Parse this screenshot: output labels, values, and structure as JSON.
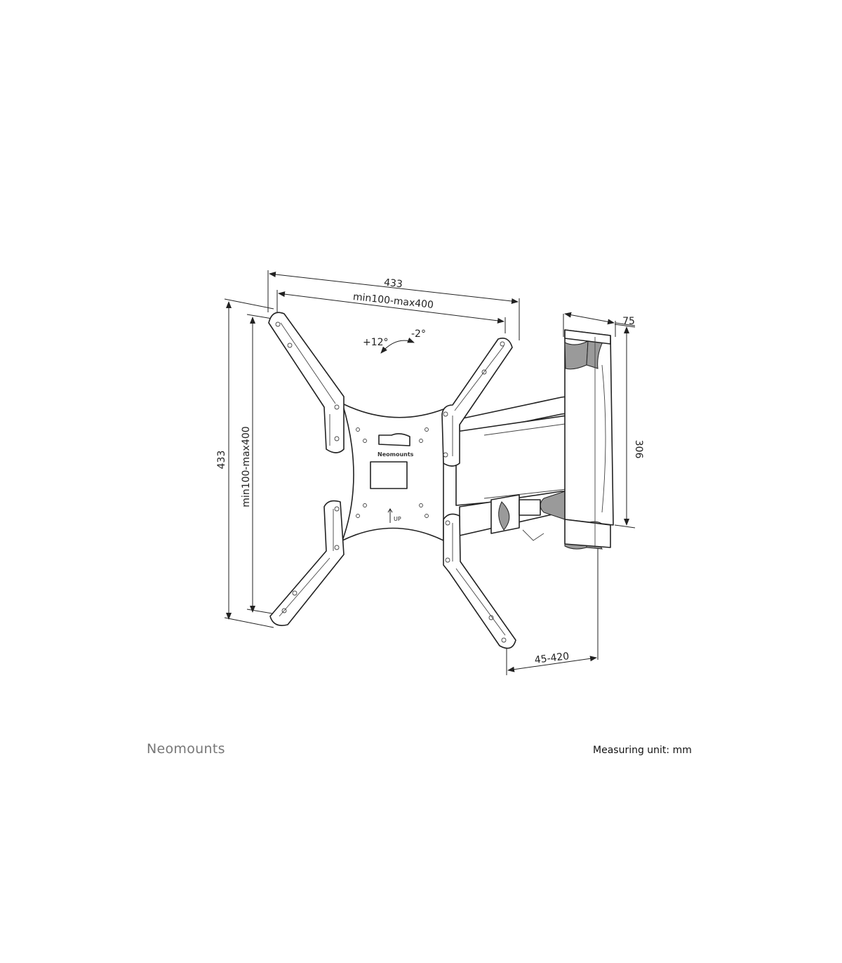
{
  "dimensions": {
    "overall_width": "433",
    "vesa_width": "min100-max400",
    "overall_height": "433",
    "vesa_height": "min100-max400",
    "tilt_up": "+12°",
    "tilt_down": "-2°",
    "wall_plate_depth": "75",
    "wall_plate_height": "306",
    "extension": "45-420"
  },
  "plate_labels": {
    "logo": "Neomounts",
    "up": "UP"
  },
  "footer": {
    "brand": "Neomounts",
    "unit_note": "Measuring unit: mm"
  }
}
